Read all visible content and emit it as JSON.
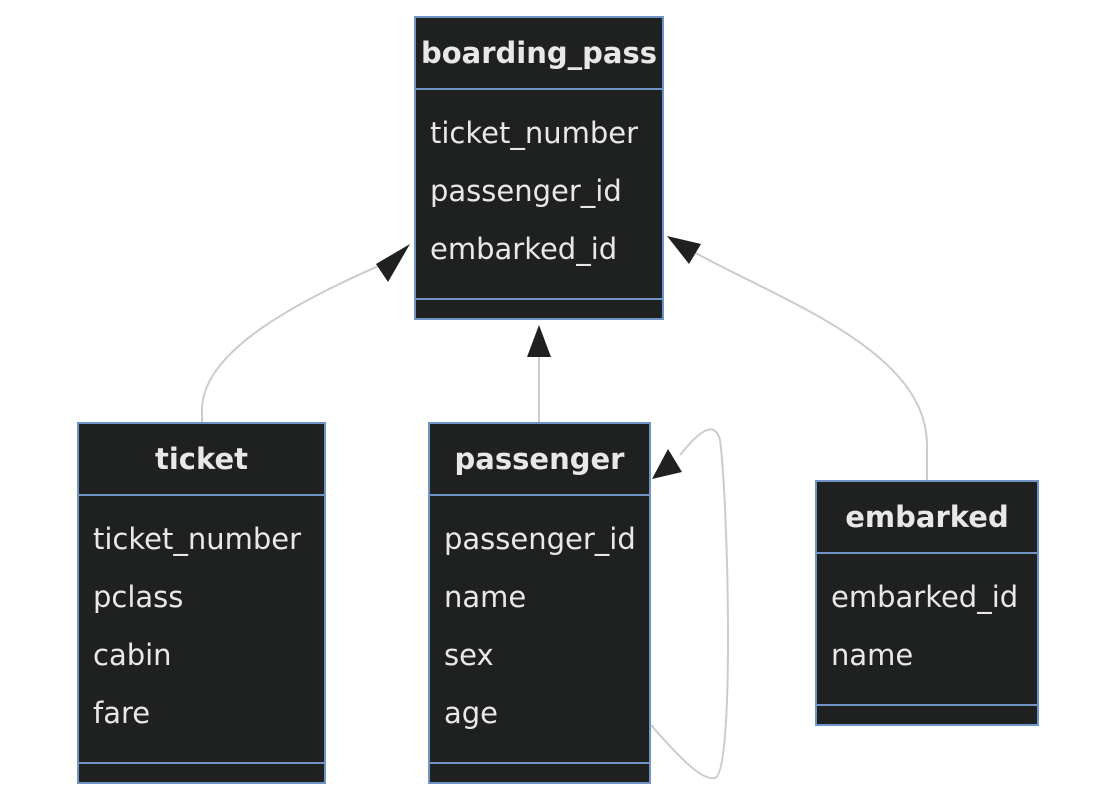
{
  "diagram": {
    "classes": {
      "boarding_pass": {
        "name": "boarding_pass",
        "attributes": [
          "ticket_number",
          "passenger_id",
          "embarked_id"
        ]
      },
      "ticket": {
        "name": "ticket",
        "attributes": [
          "ticket_number",
          "pclass",
          "cabin",
          "fare"
        ]
      },
      "passenger": {
        "name": "passenger",
        "attributes": [
          "passenger_id",
          "name",
          "sex",
          "age"
        ]
      },
      "embarked": {
        "name": "embarked",
        "attributes": [
          "embarked_id",
          "name"
        ]
      }
    },
    "relations": [
      {
        "from": "ticket",
        "to": "boarding_pass",
        "type": "inheritance"
      },
      {
        "from": "passenger",
        "to": "boarding_pass",
        "type": "inheritance"
      },
      {
        "from": "embarked",
        "to": "boarding_pass",
        "type": "inheritance"
      },
      {
        "from": "passenger",
        "to": "passenger",
        "type": "inheritance"
      }
    ],
    "colors": {
      "node_fill": "#1f2020",
      "node_border": "#6e93c4",
      "text": "#e8e8e8",
      "edge": "#cccccc",
      "arrowhead": "#1f2020"
    }
  }
}
